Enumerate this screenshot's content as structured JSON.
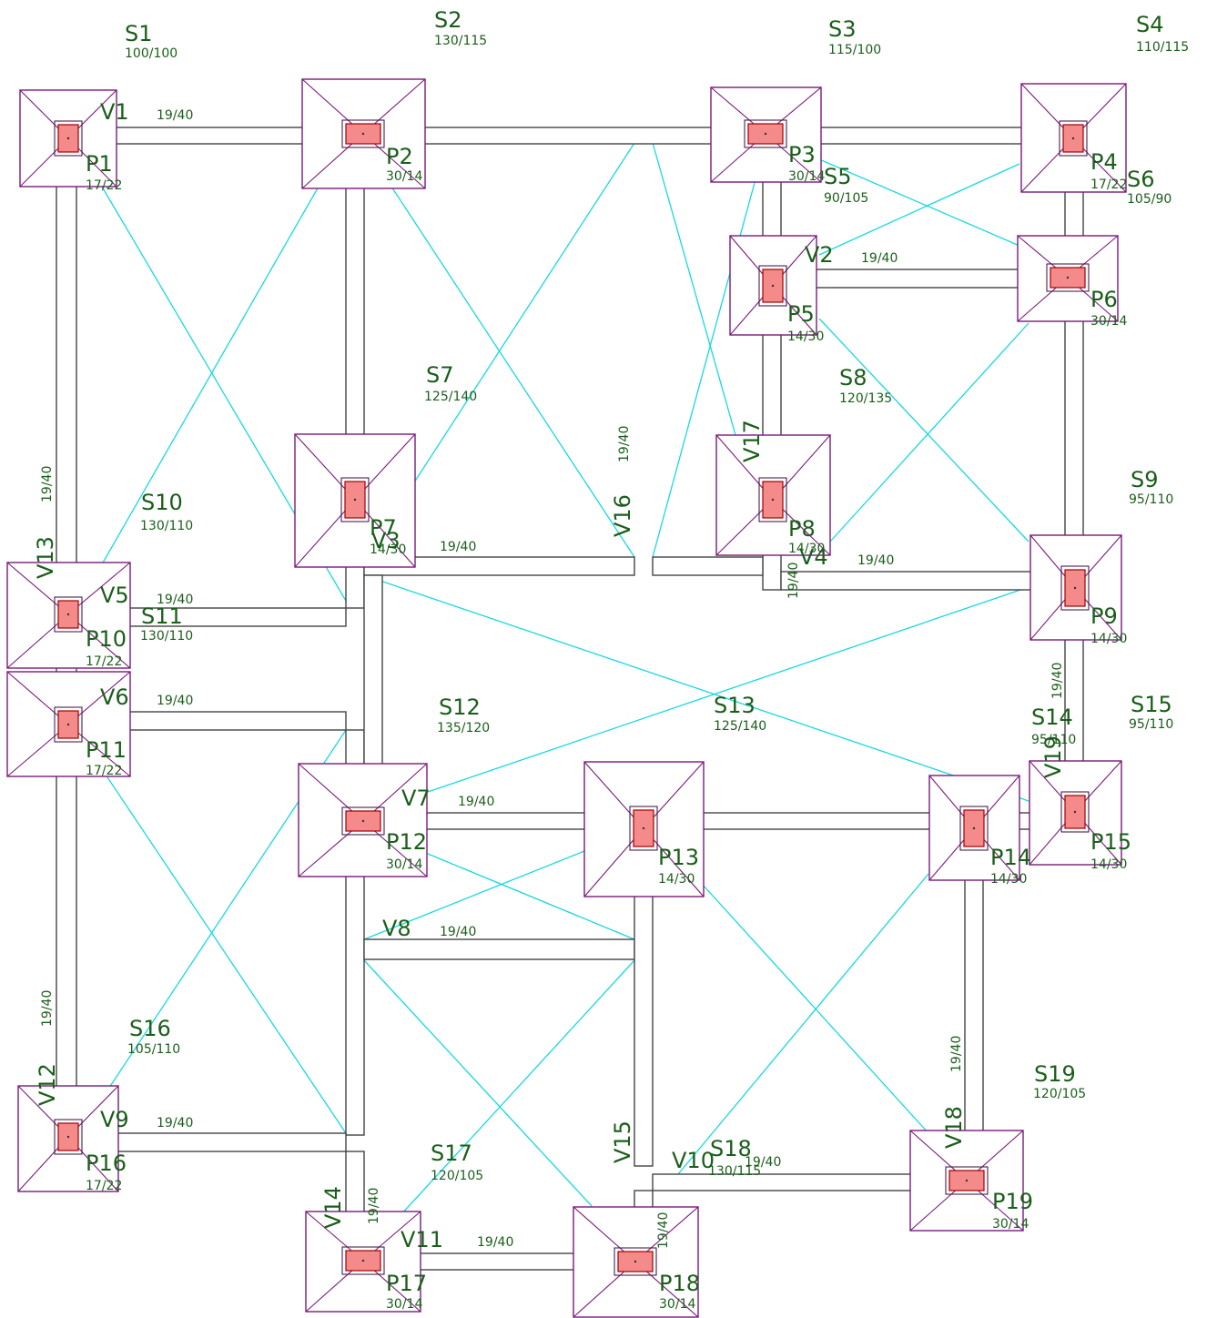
{
  "slabs": [
    {
      "name": "S1",
      "dim": "100/100"
    },
    {
      "name": "S2",
      "dim": "130/115"
    },
    {
      "name": "S3",
      "dim": "115/100"
    },
    {
      "name": "S4",
      "dim": "110/115"
    },
    {
      "name": "S5",
      "dim": "90/105"
    },
    {
      "name": "S6",
      "dim": "105/90"
    },
    {
      "name": "S7",
      "dim": "125/140"
    },
    {
      "name": "S8",
      "dim": "120/135"
    },
    {
      "name": "S9",
      "dim": "95/110"
    },
    {
      "name": "S10",
      "dim": "130/110"
    },
    {
      "name": "S11",
      "dim": "130/110"
    },
    {
      "name": "S12",
      "dim": "135/120"
    },
    {
      "name": "S13",
      "dim": "125/140"
    },
    {
      "name": "S14",
      "dim": "95/110"
    },
    {
      "name": "S15",
      "dim": "95/110"
    },
    {
      "name": "S16",
      "dim": "105/110"
    },
    {
      "name": "S17",
      "dim": "120/105"
    },
    {
      "name": "S18",
      "dim": "130/115"
    },
    {
      "name": "S19",
      "dim": "120/105"
    }
  ],
  "pillars": [
    {
      "name": "P1",
      "dim": "17/22"
    },
    {
      "name": "P2",
      "dim": "30/14"
    },
    {
      "name": "P3",
      "dim": "30/14"
    },
    {
      "name": "P4",
      "dim": "17/22"
    },
    {
      "name": "P5",
      "dim": "14/30"
    },
    {
      "name": "P6",
      "dim": "30/14"
    },
    {
      "name": "P7",
      "dim": "14/30"
    },
    {
      "name": "P8",
      "dim": "14/30"
    },
    {
      "name": "P9",
      "dim": "14/30"
    },
    {
      "name": "P10",
      "dim": "17/22"
    },
    {
      "name": "P11",
      "dim": "17/22"
    },
    {
      "name": "P12",
      "dim": "30/14"
    },
    {
      "name": "P13",
      "dim": "14/30"
    },
    {
      "name": "P14",
      "dim": "14/30"
    },
    {
      "name": "P15",
      "dim": "14/30"
    },
    {
      "name": "P16",
      "dim": "17/22"
    },
    {
      "name": "P17",
      "dim": "30/14"
    },
    {
      "name": "P18",
      "dim": "30/14"
    },
    {
      "name": "P19",
      "dim": "30/14"
    }
  ],
  "beams": [
    {
      "name": "V1",
      "dim": "19/40"
    },
    {
      "name": "V2",
      "dim": "19/40"
    },
    {
      "name": "V3",
      "dim": "19/40"
    },
    {
      "name": "V4",
      "dim": "19/40"
    },
    {
      "name": "V5",
      "dim": "19/40"
    },
    {
      "name": "V6",
      "dim": "19/40"
    },
    {
      "name": "V7",
      "dim": "19/40"
    },
    {
      "name": "V8",
      "dim": "19/40"
    },
    {
      "name": "V9",
      "dim": "19/40"
    },
    {
      "name": "V10",
      "dim": "19/40"
    },
    {
      "name": "V11",
      "dim": "19/40"
    },
    {
      "name": "V12",
      "dim": "19/40"
    },
    {
      "name": "V13",
      "dim": "19/40"
    },
    {
      "name": "V14",
      "dim": "19/40"
    },
    {
      "name": "V15",
      "dim": "19/40"
    },
    {
      "name": "V16",
      "dim": "19/40"
    },
    {
      "name": "V17",
      "dim": "19/40"
    },
    {
      "name": "V18",
      "dim": "19/40"
    },
    {
      "name": "V19",
      "dim": "19/40"
    }
  ]
}
